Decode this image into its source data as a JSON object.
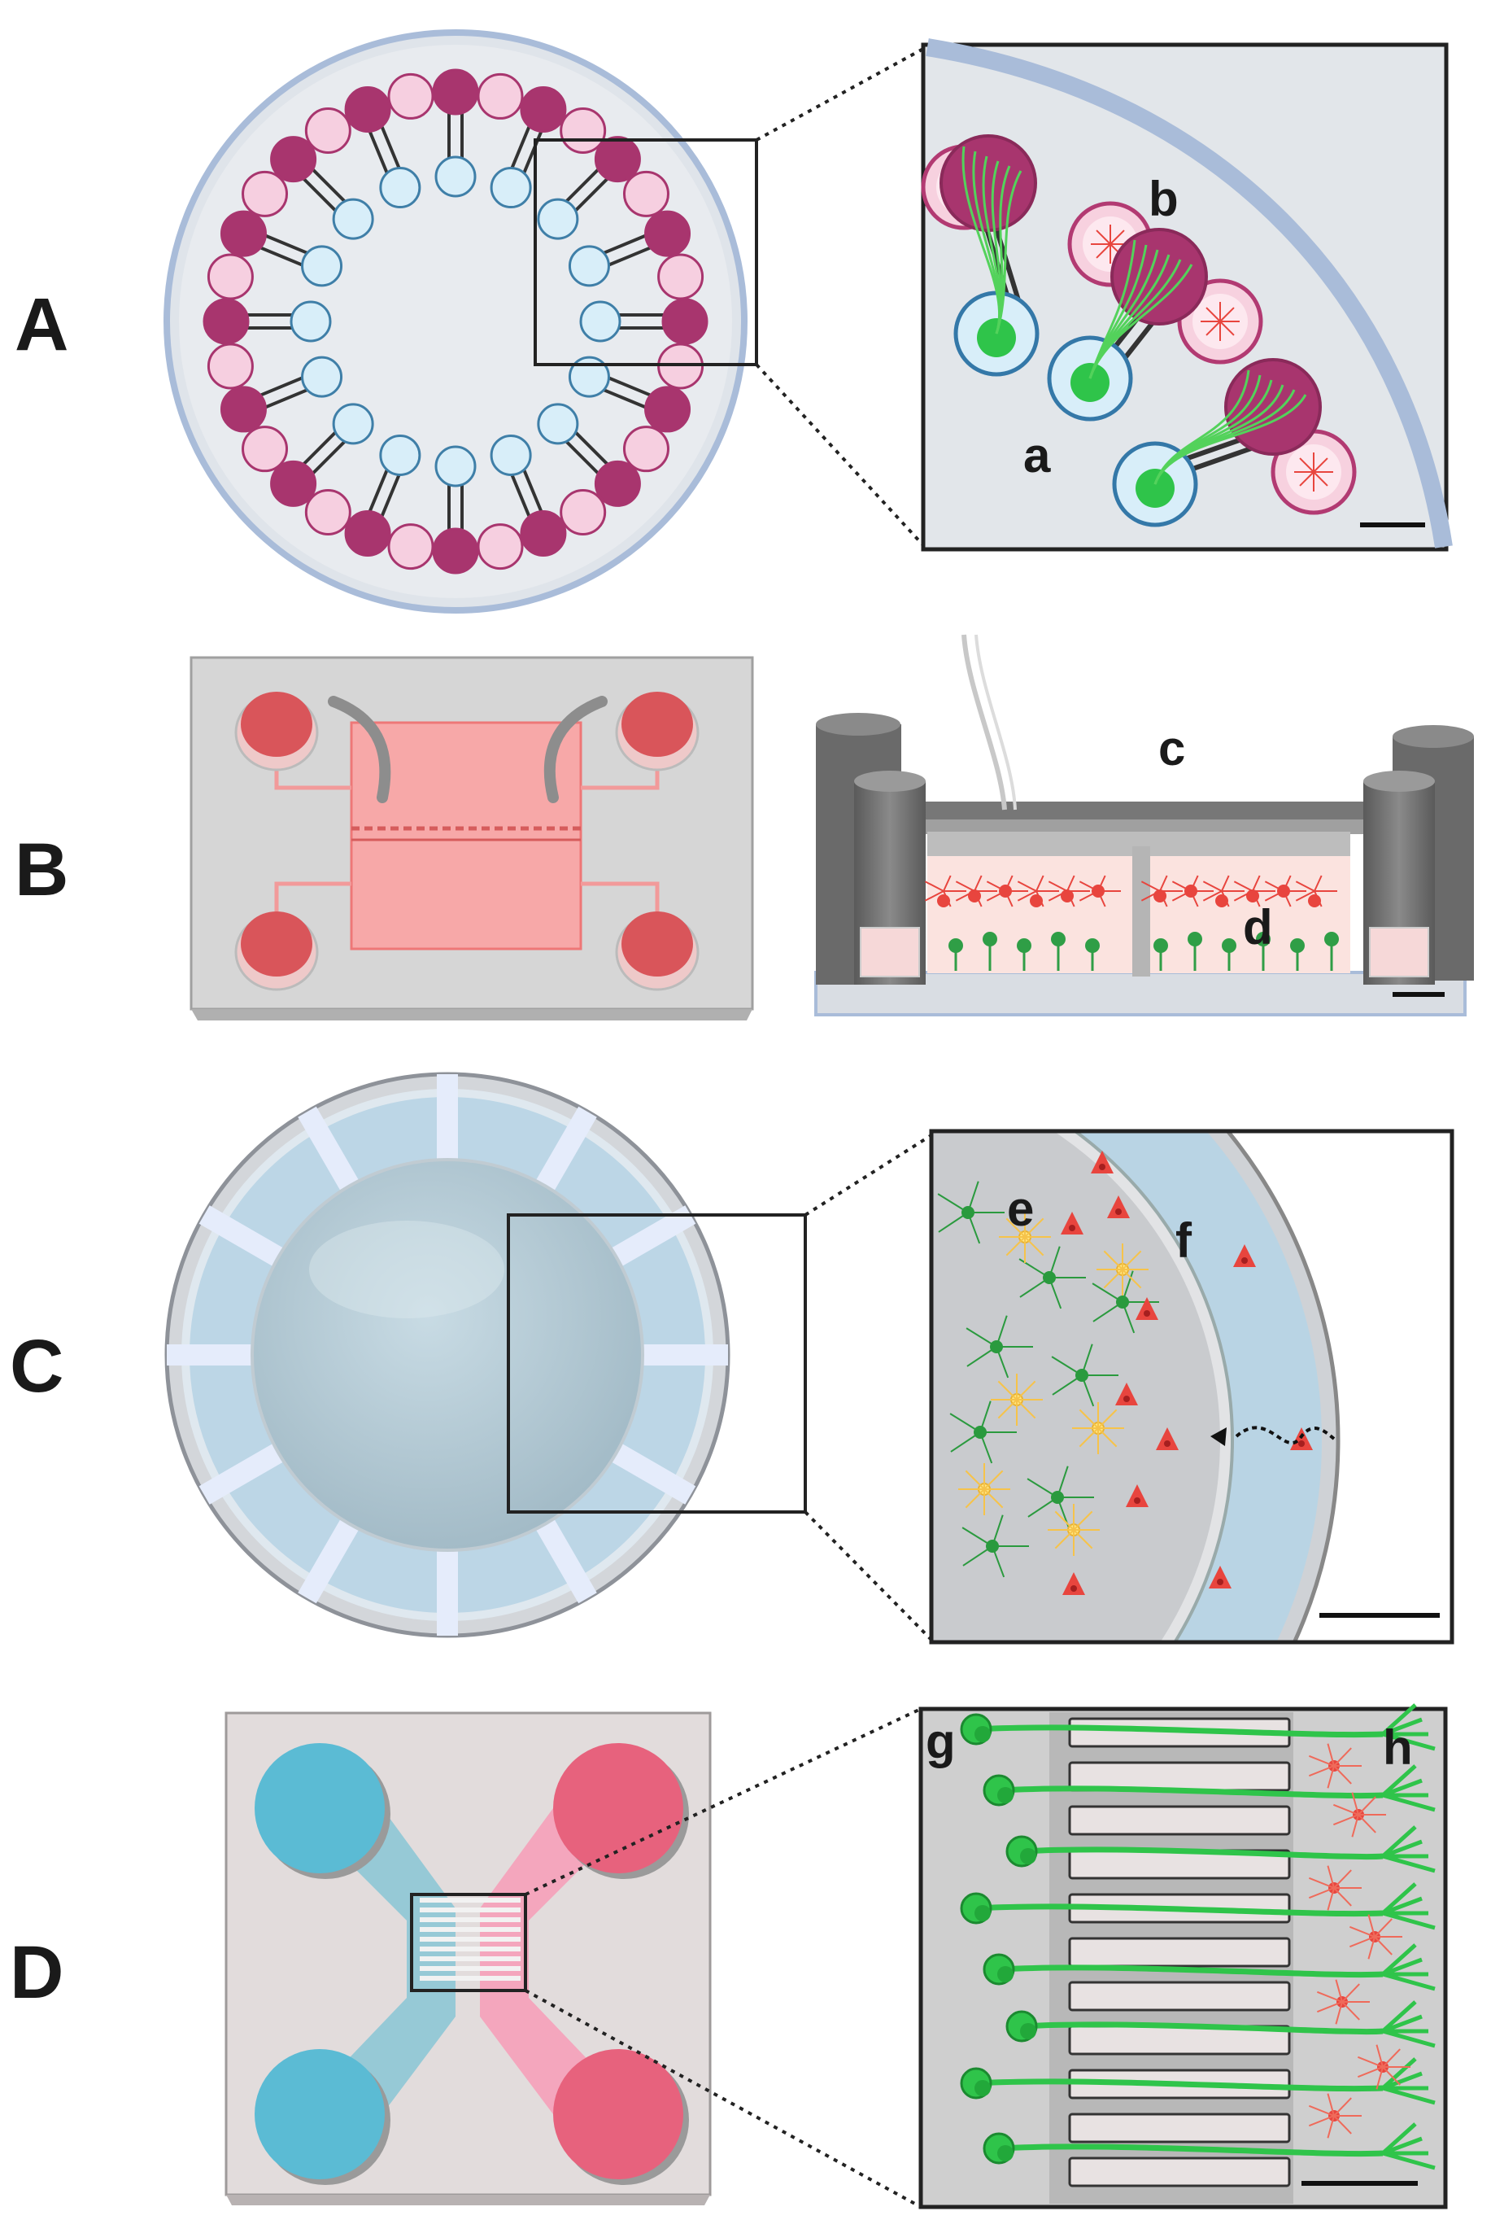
{
  "panels": {
    "A": {
      "label": "A",
      "sub_a": "a",
      "sub_b": "b"
    },
    "B": {
      "label": "B",
      "sub_c": "c",
      "sub_d": "d"
    },
    "C": {
      "label": "C",
      "sub_e": "e",
      "sub_f": "f"
    },
    "D": {
      "label": "D",
      "sub_g": "g",
      "sub_h": "h"
    }
  },
  "colors": {
    "dish_blue": "#a9bcd9",
    "dish_fill": "#e7eaee",
    "dark_magenta": "#a8356e",
    "light_pink": "#f6cfe0",
    "light_blue_node": "#d8eef9",
    "neuron_green": "#2fc44a",
    "neuron_red": "#e8453e",
    "neuron_yellow": "#f6c34a",
    "chip_grey": "#d6d6d6",
    "chamber_pink": "#f7a8a8",
    "well_red": "#d9555a",
    "device_blue": "#5bbbd4",
    "device_pink": "#e7627d",
    "channel_cyan": "#96c9d6",
    "channel_pink": "#f4a6bd"
  },
  "icons": [
    "scale-bar",
    "zoom-connector-line",
    "microelectrode-tubing",
    "migration-arrow"
  ]
}
